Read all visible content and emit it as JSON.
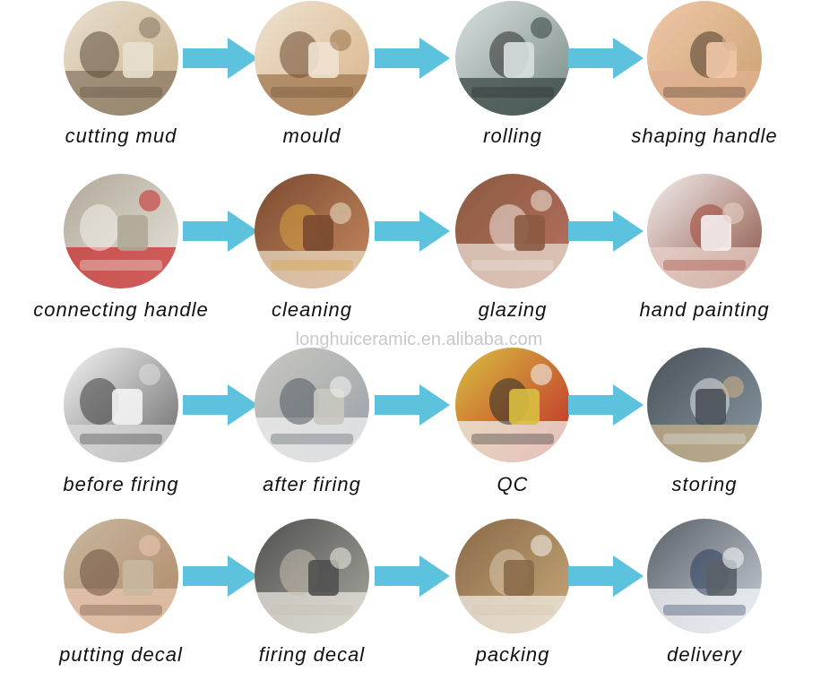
{
  "watermark": "longhuiceramic.en.alibaba.com",
  "colors": {
    "arrow": "#5cc2dd",
    "label": "#111111",
    "watermark": "#c8c8c8"
  },
  "steps": [
    {
      "label": "cutting mud",
      "photo": "factory-worker-cutting-clay"
    },
    {
      "label": "mould",
      "photo": "clay-bowl-moulds"
    },
    {
      "label": "rolling",
      "photo": "worker-at-rolling-machine"
    },
    {
      "label": "shaping handle",
      "photo": "hands-shaping-handle"
    },
    {
      "label": "connecting handle",
      "photo": "mugs-with-handles"
    },
    {
      "label": "cleaning",
      "photo": "sponge-cleaning-mug"
    },
    {
      "label": "glazing",
      "photo": "hands-glazing-mug"
    },
    {
      "label": "hand painting",
      "photo": "woman-hand-painting"
    },
    {
      "label": "before firing",
      "photo": "unfired-white-mugs"
    },
    {
      "label": "after firing",
      "photo": "kiln-carts-with-mugs"
    },
    {
      "label": "QC",
      "photo": "gloved-hands-inspecting-mug"
    },
    {
      "label": "storing",
      "photo": "warehouse-storage"
    },
    {
      "label": "putting decal",
      "photo": "hands-applying-decal"
    },
    {
      "label": "firing decal",
      "photo": "decal-kiln-conveyor"
    },
    {
      "label": "packing",
      "photo": "packing-mugs-in-box"
    },
    {
      "label": "delivery",
      "photo": "delivery-truck"
    }
  ]
}
